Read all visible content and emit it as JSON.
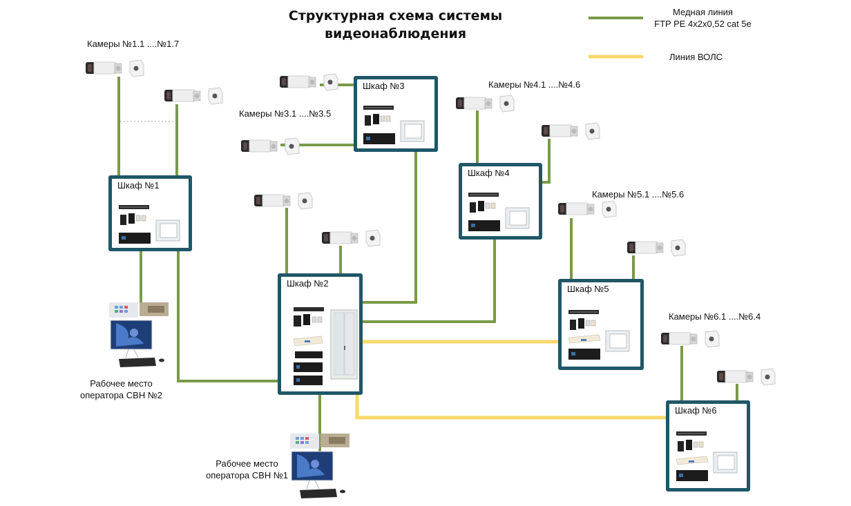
{
  "title_line1": "Структурная схема системы",
  "title_line2": "видеонаблюдения",
  "legend": {
    "copper_label_line1": "Медная линия",
    "copper_label_line2": "FTP PE 4x2x0,52 cat 5e",
    "fiber_label": "Линия ВОЛС",
    "copper_color": "#7a9a48",
    "fiber_color": "#f7d96a"
  },
  "colors": {
    "cabinet_border": "#1f5767"
  },
  "camera_groups": [
    {
      "label": "Камеры №1.1 ....№1.7"
    },
    {
      "label": "Камеры №3.1 ....№3.5"
    },
    {
      "label": "Камеры №4.1 ....№4.6"
    },
    {
      "label": "Камеры №5.1 ....№5.6"
    },
    {
      "label": "Камеры №6.1 ....№6.4"
    }
  ],
  "cabinets": [
    {
      "name": "Шкаф №1"
    },
    {
      "name": "Шкаф №2"
    },
    {
      "name": "Шкаф №3"
    },
    {
      "name": "Шкаф №4"
    },
    {
      "name": "Шкаф №5"
    },
    {
      "name": "Шкаф №6"
    }
  ],
  "workstations": [
    {
      "line1": "Рабочее место",
      "line2": "оператора СВН №1"
    },
    {
      "line1": "Рабочее место",
      "line2": "оператора СВН №2"
    }
  ],
  "connections": [
    {
      "from": "Камеры №1",
      "to": "Шкаф №1",
      "type": "copper"
    },
    {
      "from": "Камеры №3",
      "to": "Шкаф №3",
      "type": "copper"
    },
    {
      "from": "Камеры №4",
      "to": "Шкаф №4",
      "type": "copper"
    },
    {
      "from": "Камеры №5",
      "to": "Шкаф №5",
      "type": "copper"
    },
    {
      "from": "Камеры №6",
      "to": "Шкаф №6",
      "type": "copper"
    },
    {
      "from": "Камеры №2",
      "to": "Шкаф №2",
      "type": "copper"
    },
    {
      "from": "Шкаф №3",
      "to": "Шкаф №2",
      "type": "copper"
    },
    {
      "from": "Шкаф №4",
      "to": "Шкаф №2",
      "type": "copper"
    },
    {
      "from": "Шкаф №1",
      "to": "Шкаф №2",
      "type": "copper"
    },
    {
      "from": "Шкаф №1",
      "to": "Рабочее место оператора СВН №2",
      "type": "copper"
    },
    {
      "from": "Шкаф №2",
      "to": "Рабочее место оператора СВН №1",
      "type": "copper"
    },
    {
      "from": "Шкаф №2",
      "to": "Шкаф №5",
      "type": "fiber"
    },
    {
      "from": "Шкаф №2",
      "to": "Шкаф №6",
      "type": "fiber"
    }
  ]
}
